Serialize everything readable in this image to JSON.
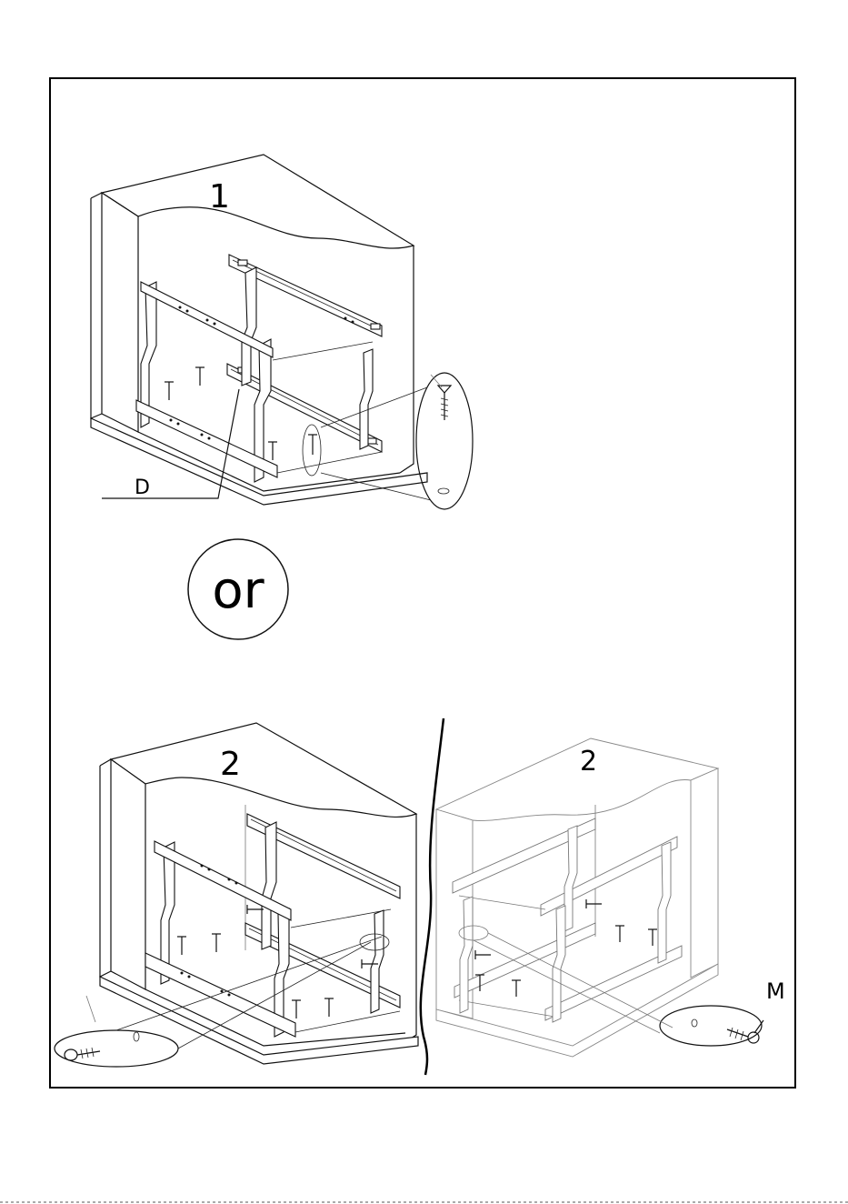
{
  "steps": {
    "step1_label": "1",
    "step2_left_label": "2",
    "step2_right_label": "2"
  },
  "callouts": {
    "part_d": "D",
    "part_m": "M"
  },
  "divider": {
    "or_label": "or"
  }
}
